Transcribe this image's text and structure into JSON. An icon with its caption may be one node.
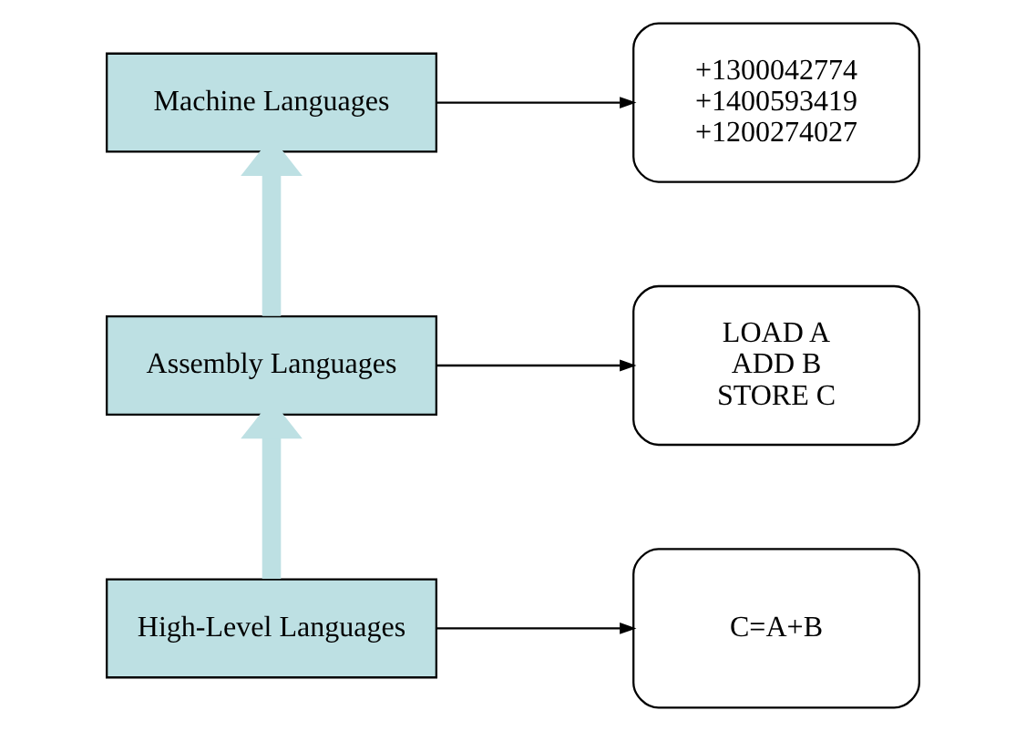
{
  "diagram": {
    "nodes": [
      {
        "text": [
          "Machine Languages"
        ]
      },
      {
        "text": [
          "+1300042774",
          "+1400593419",
          "+1200274027"
        ]
      },
      {
        "text": [
          "Assembly Languages"
        ]
      },
      {
        "text": [
          "LOAD A",
          "ADD B",
          "STORE C"
        ]
      },
      {
        "text": [
          "High-Level Languages"
        ]
      },
      {
        "text": [
          "C=A+B"
        ]
      }
    ],
    "edges": [
      {
        "from": 0,
        "to": 1,
        "arrow": "to"
      },
      {
        "from": 2,
        "to": 3,
        "arrow": "to"
      },
      {
        "from": 4,
        "to": 5,
        "arrow": "to"
      },
      {
        "from": 4,
        "to": 2,
        "arrow": "to",
        "style": "thick",
        "color": "#bde0e3"
      },
      {
        "from": 2,
        "to": 0,
        "arrow": "to",
        "style": "thick",
        "color": "#bde0e3"
      }
    ]
  }
}
